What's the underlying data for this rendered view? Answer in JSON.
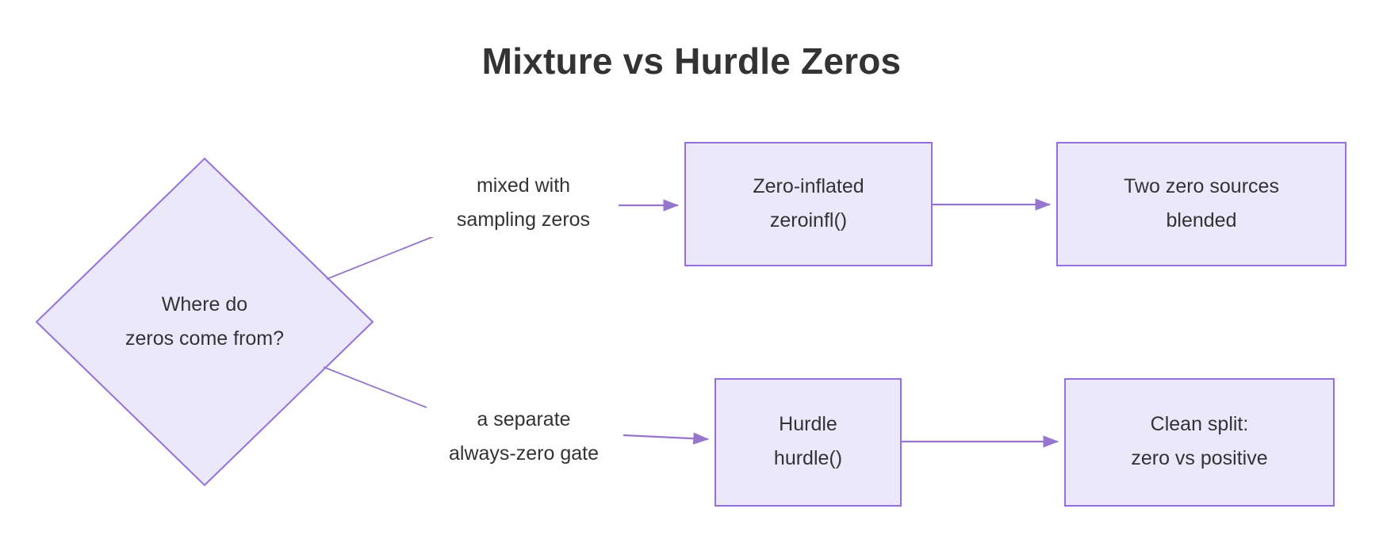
{
  "diagram": {
    "title": "Mixture vs Hurdle Zeros",
    "type": "flowchart",
    "direction": "left-to-right",
    "colors": {
      "node_fill": "#ece8fb",
      "node_border": "#9370db",
      "connector": "#9575cd",
      "text": "#333333",
      "background": "#ffffff"
    },
    "nodes": {
      "decision": {
        "shape": "diamond",
        "line1": "Where do",
        "line2": "zeros come from?"
      },
      "zeroinfl": {
        "shape": "rectangle",
        "line1": "Zero-inflated",
        "line2": "zeroinfl()"
      },
      "two_sources": {
        "shape": "rectangle",
        "line1": "Two zero sources",
        "line2": "blended"
      },
      "hurdle": {
        "shape": "rectangle",
        "line1": "Hurdle",
        "line2": "hurdle()"
      },
      "clean_split": {
        "shape": "rectangle",
        "line1": "Clean split:",
        "line2": "zero vs positive"
      }
    },
    "edges": {
      "branch_top": {
        "line1": "mixed with",
        "line2": "sampling zeros"
      },
      "branch_bottom": {
        "line1": "a separate",
        "line2": "always-zero gate"
      }
    }
  }
}
